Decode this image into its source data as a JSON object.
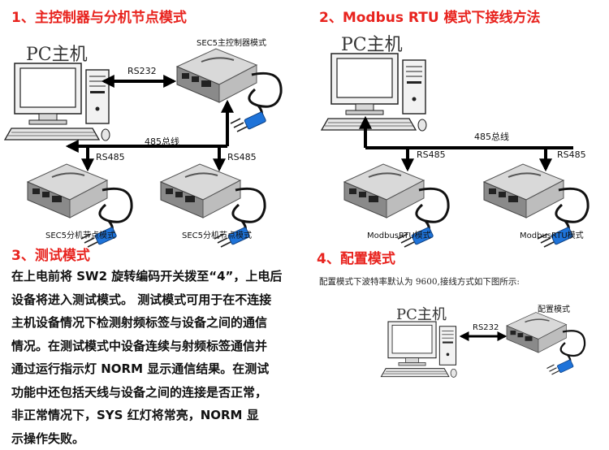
{
  "section1": {
    "title": "1、主控制器与分机节点模式",
    "pc_label": "PC主机",
    "master_label": "SEC5主控制器模式",
    "link_label": "RS232",
    "bus_label": "485总线",
    "rs485_left": "RS485",
    "rs485_right": "RS485",
    "node1_label": "SEC5分机节点模式",
    "node2_label": "SEC5分机节点模式"
  },
  "section2": {
    "title": "2、Modbus RTU 模式下接线方法",
    "pc_label": "PC主机",
    "bus_label": "485总线",
    "rs485_left": "RS485",
    "rs485_right": "RS485",
    "device1_label": "ModbusRTU模式",
    "device2_label": "ModbusRTU模式"
  },
  "section3": {
    "title": "3、测试模式",
    "lines": [
      "在上电前将 SW2 旋转编码开关拨至“4”，上电后",
      "设备将进入测试模式。 测试模式可用于在不连接",
      "主机设备情况下检测射频标签与设备之间的通信",
      "情况。在测试模式中设备连续与射频标签通信并",
      "通过运行指示灯 NORM 显示通信结果。在测试",
      "功能中还包括天线与设备之间的连接是否正常，",
      "非正常情况下，SYS 红灯将常亮，NORM 显",
      "示操作失败。"
    ]
  },
  "section4": {
    "title": "4、配置模式",
    "note": "配置模式下波特率默认为 9600,接线方式如下图所示:",
    "pc_label": "PC主机",
    "device_label": "配置模式",
    "link_label": "RS232"
  }
}
